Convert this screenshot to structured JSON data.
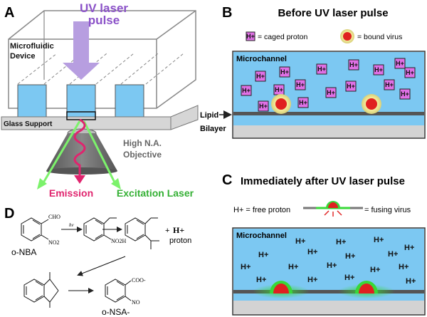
{
  "panelA": {
    "letter": "A",
    "uv_label_line1": "UV laser",
    "uv_label_line2": "pulse",
    "device_line1": "Microfluidic",
    "device_line2": "Device",
    "glass_support": "Glass Support",
    "objective_line1": "High N.A.",
    "objective_line2": "Objective",
    "emission": "Emission",
    "excitation": "Excitation Laser"
  },
  "panelB": {
    "letter": "B",
    "title": "Before UV laser pulse",
    "legend_caged": "= caged proton",
    "legend_bound": "= bound virus",
    "channel_label": "Microchannel",
    "lipid_line1": "Lipid",
    "lipid_line2": "Bilayer",
    "caged_symbol": "H+"
  },
  "panelC": {
    "letter": "C",
    "title": "Immediately after UV laser pulse",
    "legend_free": "H+ = free proton",
    "legend_fusing": "= fusing virus",
    "channel_label": "Microchannel",
    "proton_symbol": "H+"
  },
  "panelD": {
    "letter": "D",
    "cho": "CHO",
    "no2": "NO2",
    "name_onba": "o-NBA",
    "hv": "hν",
    "nomono": "NO2H",
    "plus": "+",
    "hplus": "H+",
    "proton": "proton",
    "name_onsa": "o-NSA-",
    "coo": "COO-",
    "no": "NO"
  },
  "colors": {
    "channel_blue": "#7cc8f2",
    "uv_purple": "#b79ee0",
    "emission_pink": "#e0246e",
    "excitation_green": "#7cf26b",
    "caged_magenta": "#e070e6",
    "virus_red": "#e02020"
  }
}
